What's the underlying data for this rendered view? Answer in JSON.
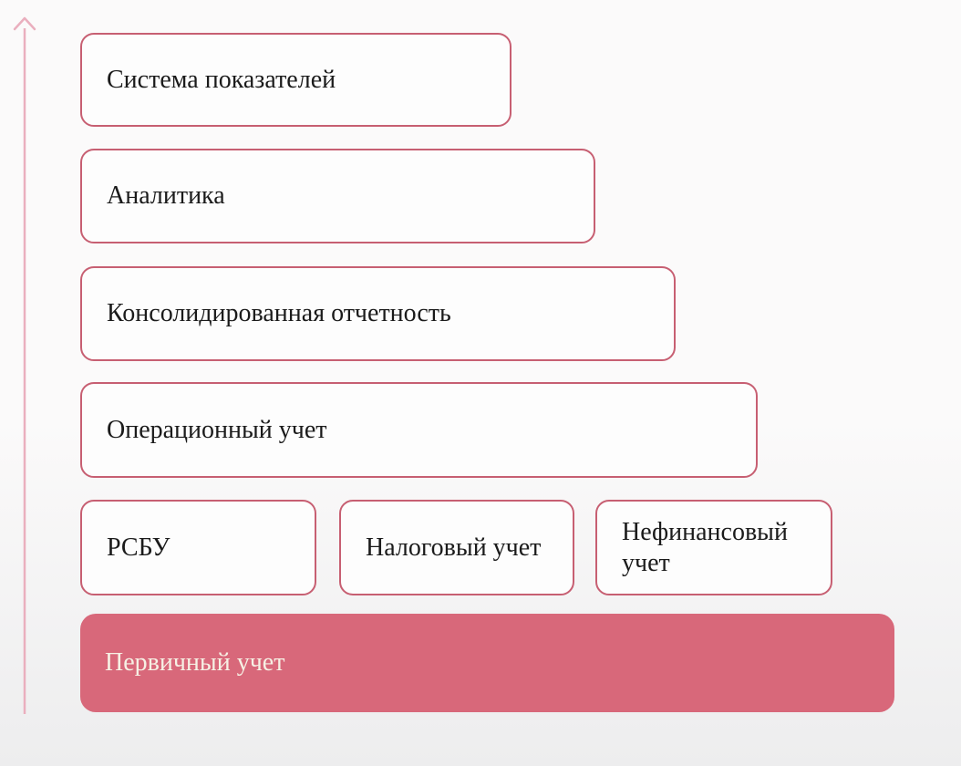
{
  "colors": {
    "canvas_bg_top": "#fbfafa",
    "canvas_bg_bottom": "#ededee",
    "box_border": "#c75f72",
    "box_bg": "#fdfdfd",
    "base_fill": "#d8687a",
    "base_text": "#f6f0e4",
    "arrow": "#eaafbe",
    "text": "#1b1b1b"
  },
  "pyramid": {
    "levels": [
      {
        "label": "Система показателей"
      },
      {
        "label": "Аналитика"
      },
      {
        "label": "Консолидированная отчетность"
      },
      {
        "label": "Операционный учет"
      }
    ],
    "branches": [
      {
        "label": "РСБУ"
      },
      {
        "label": "Налоговый учет"
      },
      {
        "label": "Нефинансовый учет"
      }
    ],
    "base": {
      "label": "Первичный учет"
    }
  }
}
